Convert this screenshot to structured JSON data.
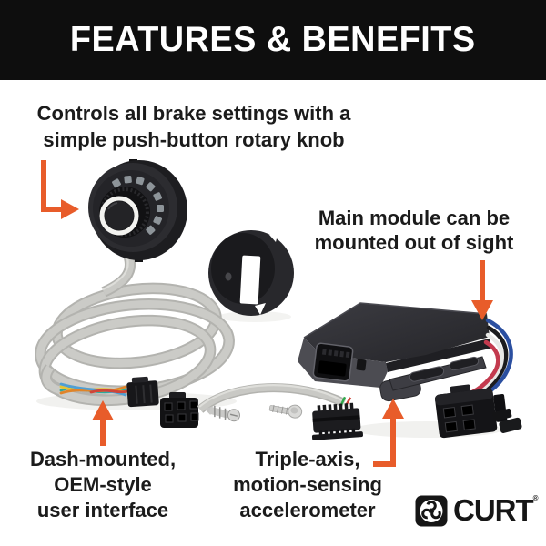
{
  "banner": {
    "title": "FEATURES & BENEFITS"
  },
  "annotations": {
    "knob": {
      "line1": "Controls all brake settings with a",
      "line2": "simple push-button rotary knob"
    },
    "module": {
      "line1": "Main module can be",
      "line2": "mounted out of sight"
    },
    "interface": {
      "line1": "Dash-mounted,",
      "line2": "OEM-style",
      "line3": "user interface"
    },
    "accelerometer": {
      "line1": "Triple-axis,",
      "line2": "motion-sensing",
      "line3": "accelerometer"
    }
  },
  "logo": {
    "brand": "CURT",
    "trademark": "®"
  },
  "colors": {
    "accent_orange": "#e85c2a",
    "banner_background": "#0e0e0e",
    "banner_text": "#ffffff",
    "body_text": "#1b1b1b",
    "background": "#ffffff",
    "cable_gray": "#c6c6c2",
    "module_dark_gray": "#2e2e33"
  }
}
